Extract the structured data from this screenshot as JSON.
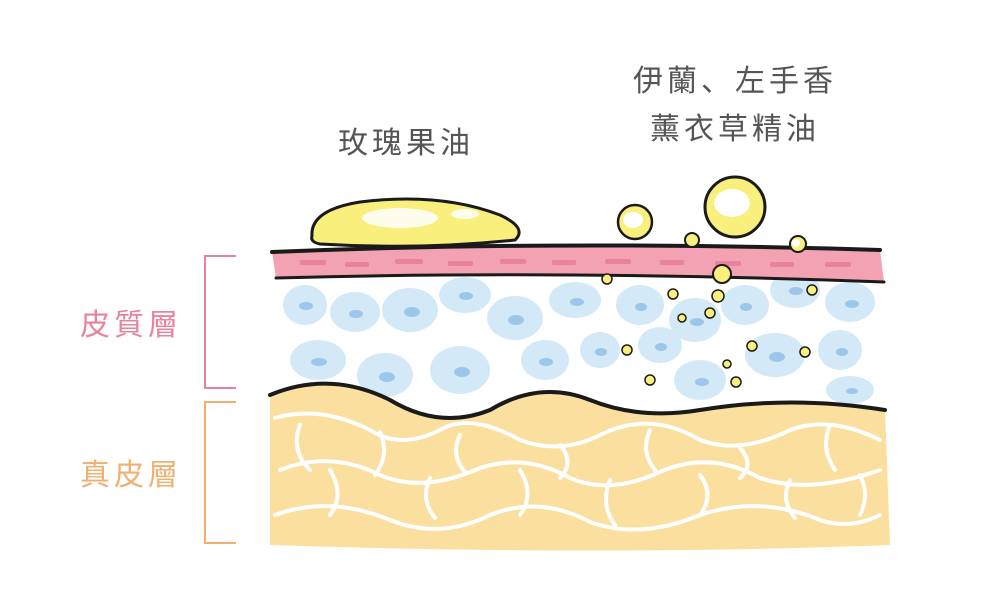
{
  "labels": {
    "rose_oil": "玫瑰果油",
    "essential_line1": "伊蘭、左手香",
    "essential_line2": "薰衣草精油",
    "epidermis": "皮質層",
    "dermis": "真皮層"
  },
  "colors": {
    "text": "#555555",
    "epidermis": "#e9829c",
    "dermis": "#f0b070",
    "skin_surface": "#f2a2b2",
    "cell_fill": "#d3e9f8",
    "cell_nucleus": "#9cc7ea",
    "dermis_fill": "#fbdf9f",
    "oil": "#f9ef7c",
    "outline": "#1a1a1a"
  }
}
